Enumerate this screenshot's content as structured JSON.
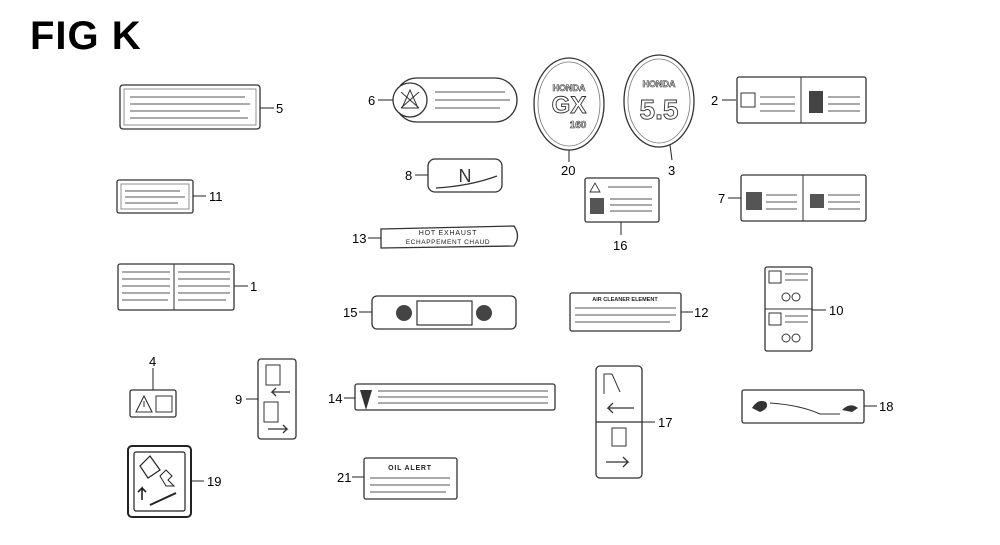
{
  "figure": {
    "title": "FIG K"
  },
  "callouts": [
    {
      "id": "5",
      "text": "5"
    },
    {
      "id": "6",
      "text": "6"
    },
    {
      "id": "20",
      "text": "20"
    },
    {
      "id": "3",
      "text": "3"
    },
    {
      "id": "2",
      "text": "2"
    },
    {
      "id": "8",
      "text": "8"
    },
    {
      "id": "11",
      "text": "11"
    },
    {
      "id": "16",
      "text": "16"
    },
    {
      "id": "7",
      "text": "7"
    },
    {
      "id": "13",
      "text": "13"
    },
    {
      "id": "1",
      "text": "1"
    },
    {
      "id": "15",
      "text": "15"
    },
    {
      "id": "12",
      "text": "12"
    },
    {
      "id": "10",
      "text": "10"
    },
    {
      "id": "4",
      "text": "4"
    },
    {
      "id": "9",
      "text": "9"
    },
    {
      "id": "14",
      "text": "14"
    },
    {
      "id": "17",
      "text": "17"
    },
    {
      "id": "18",
      "text": "18"
    },
    {
      "id": "19",
      "text": "19"
    },
    {
      "id": "21",
      "text": "21"
    }
  ],
  "decal_text": {
    "emblem_gx_brand": "HONDA",
    "emblem_gx_model": "GX",
    "emblem_gx_size": "160",
    "emblem_55_brand": "HONDA",
    "emblem_55_value": "5.5",
    "exhaust_line1": "HOT EXHAUST",
    "exhaust_line2": "ECHAPPEMENT CHAUD",
    "air_cleaner": "AIR CLEANER ELEMENT",
    "oil_alert": "OIL ALERT",
    "throttle_symbol": "N"
  }
}
